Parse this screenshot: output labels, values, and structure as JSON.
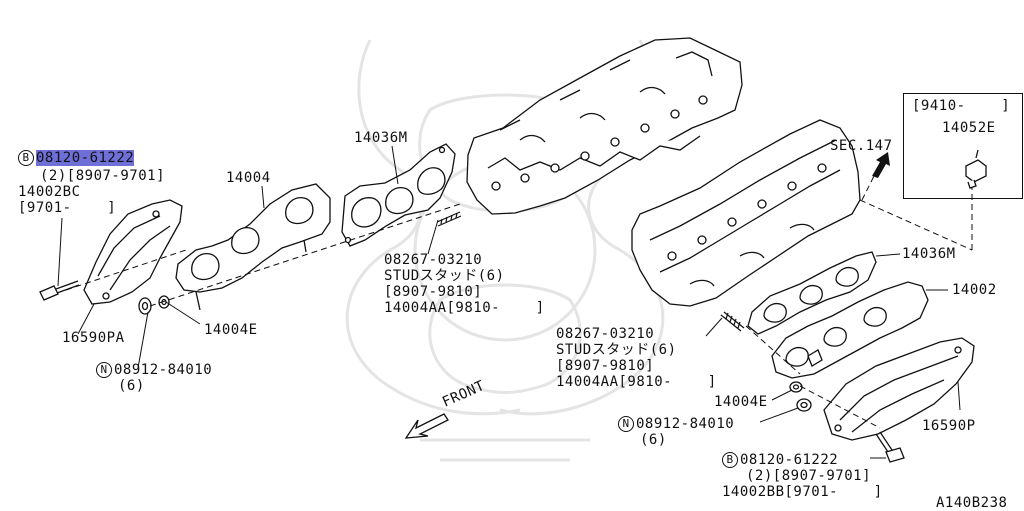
{
  "colors": {
    "line": "#111111",
    "highlight": "#6f6fd8",
    "watermark": "#e4e4e4"
  },
  "icons": {
    "bolt_badge": "B",
    "nut_badge": "N",
    "front_arrow": "front-arrow-icon",
    "sec_arrow": "section-arrow-icon"
  },
  "labels": {
    "l_08120_hl": "08120-61222",
    "l_2_8907_9701_a": "(2)[8907-9701]",
    "l_14002bc": "14002BC",
    "l_9701_a": "[9701-    ]",
    "l_14004": "14004",
    "l_14036m_a": "14036M",
    "l_stud_a1": "08267-03210",
    "l_stud_a2": "STUDスタッド(6)",
    "l_stud_a3": "[8907-9810]",
    "l_stud_a4": "14004AA[9810-    ]",
    "l_14004e_a": "14004E",
    "l_16590pa": "16590PA",
    "l_08912_a": "08912-84010",
    "l_6_a": "(6)",
    "l_front": "FRONT",
    "l_sec147": "SEC.147",
    "l_9410": "[9410-    ]",
    "l_14052e": "14052E",
    "l_14036m_b": "14036M",
    "l_14002": "14002",
    "l_stud_b1": "08267-03210",
    "l_stud_b2": "STUDスタッド(6)",
    "l_stud_b3": "[8907-9810]",
    "l_stud_b4": "14004AA[9810-    ]",
    "l_14004e_b": "14004E",
    "l_08912_b": "08912-84010",
    "l_6_b": "(6)",
    "l_16590p": "16590P",
    "l_08120_b": "08120-61222",
    "l_2_8907_9701_b": "(2)[8907-9701]",
    "l_14002bb": "14002BB[9701-    ]",
    "l_diagram_id": "A140B238"
  }
}
